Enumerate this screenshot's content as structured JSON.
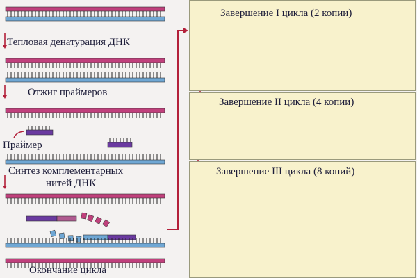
{
  "steps": {
    "denaturation": "Тепловая денатурация ДНК",
    "annealing": "Отжиг праймеров",
    "primer": "Праймер",
    "synthesis_line1": "Синтез комплементарных",
    "synthesis_line2": "нитей ДНК",
    "end_cycle": "Окончание  цикла"
  },
  "panels": {
    "cycle1": "Завершение I цикла (2 копии)",
    "cycle2": "Завершение II цикла (4 копии)",
    "cycle3": "Завершение III цикла (8 копий)"
  },
  "colors": {
    "template_strand": "#c0407c",
    "complementary_strand": "#6fa7d4",
    "primer": "#6a3aa0",
    "arrow": "#b3203a",
    "panel_bg": "#f8f2cc",
    "tick": "#222222"
  }
}
